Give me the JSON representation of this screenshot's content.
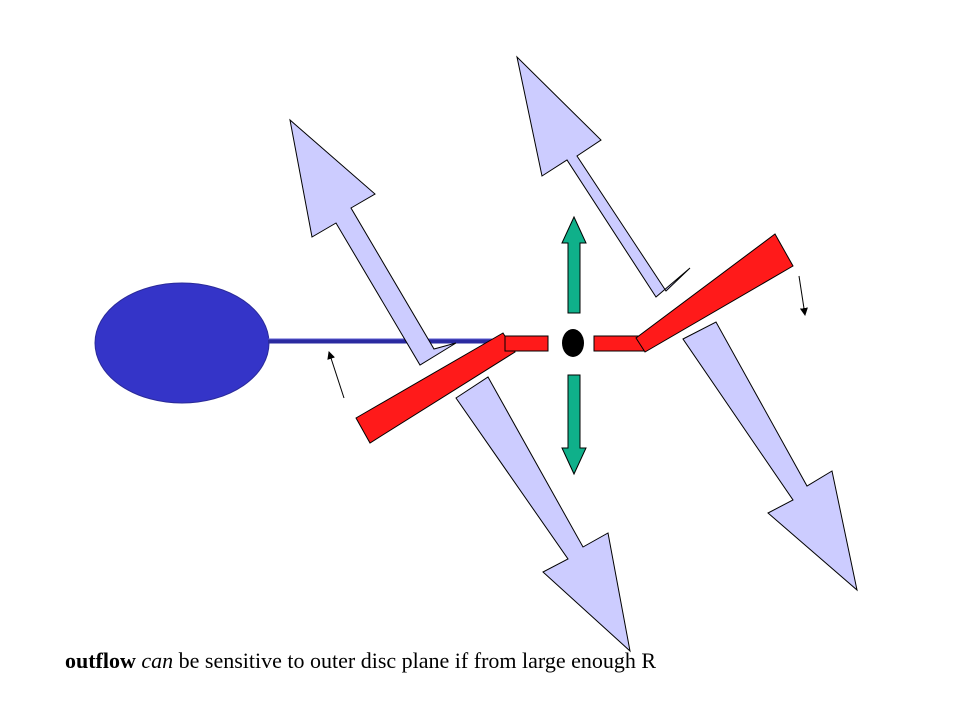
{
  "caption": {
    "bold": "outflow",
    "italic": "can",
    "rest": " be sensitive  to outer disc plane if from large enough R"
  },
  "colors": {
    "companion_star": "#3434c8",
    "stream": "#2a2aa0",
    "disc": "#ff1a1a",
    "outflow_arrows": "#ccccff",
    "jet_arrows": "#0fb08a",
    "central_object": "#000000",
    "outline": "#000000"
  },
  "icons": [
    "companion-star",
    "accretion-stream",
    "central-object",
    "warped-disc",
    "outflow-arrow",
    "jet-arrow",
    "rotation-arrow"
  ]
}
